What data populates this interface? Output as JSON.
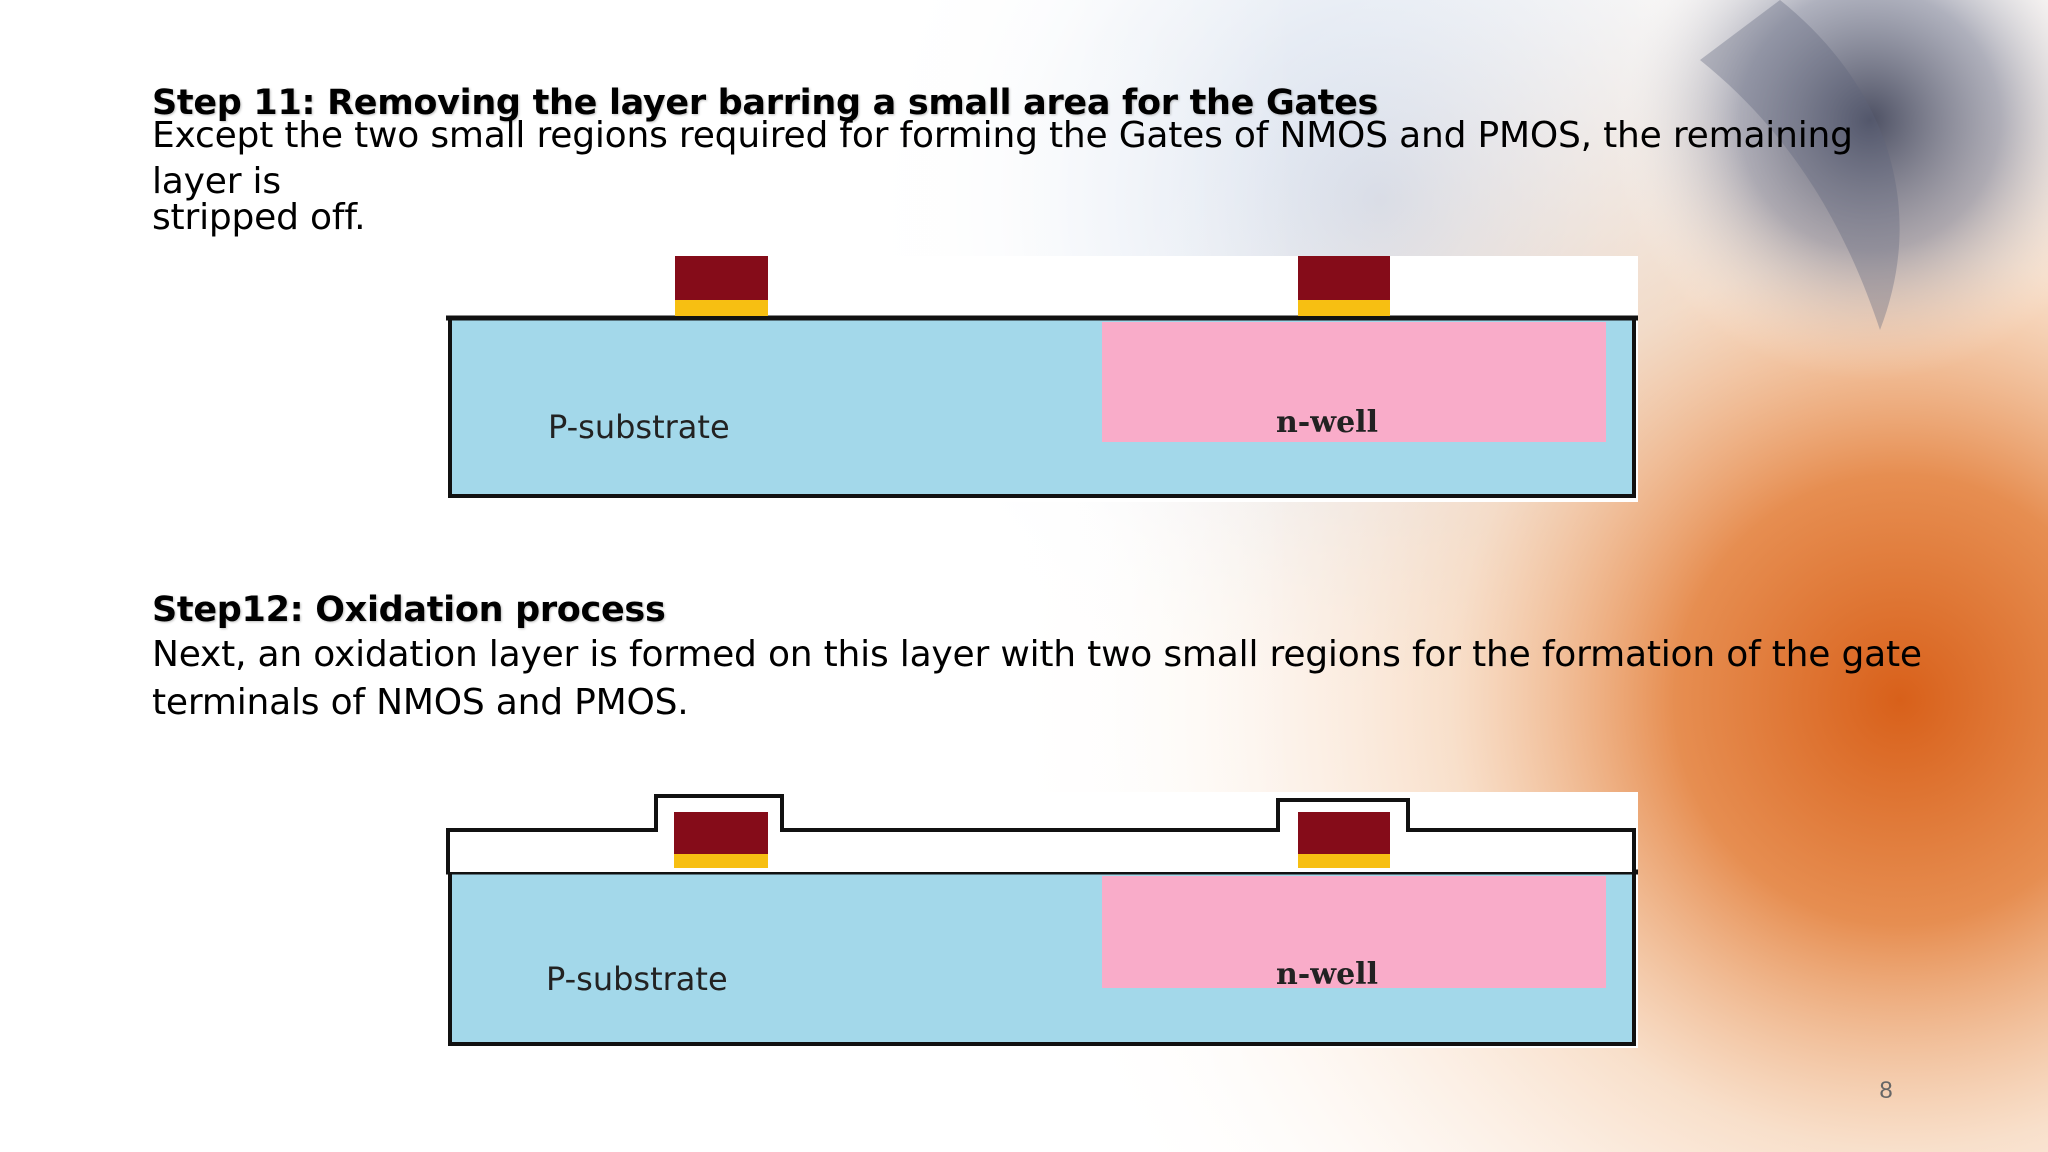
{
  "slide": {
    "page_number": "8",
    "colors": {
      "substrate": "#a3d8ea",
      "nwell": "#f9acc9",
      "gate_poly": "#850c19",
      "gate_oxide": "#f7bf12",
      "oxide_layer": "#ffffff",
      "outline": "#111111"
    }
  },
  "step11": {
    "heading": "Step 11: Removing  the  layer barring a small area for the Gates",
    "line1": "Except the two small regions required for forming the Gates of NMOS and PMOS,  the remaining layer is",
    "line2": "stripped off."
  },
  "step12": {
    "heading": "Step12: Oxidation process",
    "line1": "Next, an oxidation layer is formed on this layer with two small regions for the formation of the gate",
    "line2": "terminals of NMOS and PMOS."
  },
  "diagram1": {
    "substrate_label": "P-substrate",
    "well_label": "n-well"
  },
  "diagram2": {
    "substrate_label": "P-substrate",
    "well_label": "n-well"
  }
}
